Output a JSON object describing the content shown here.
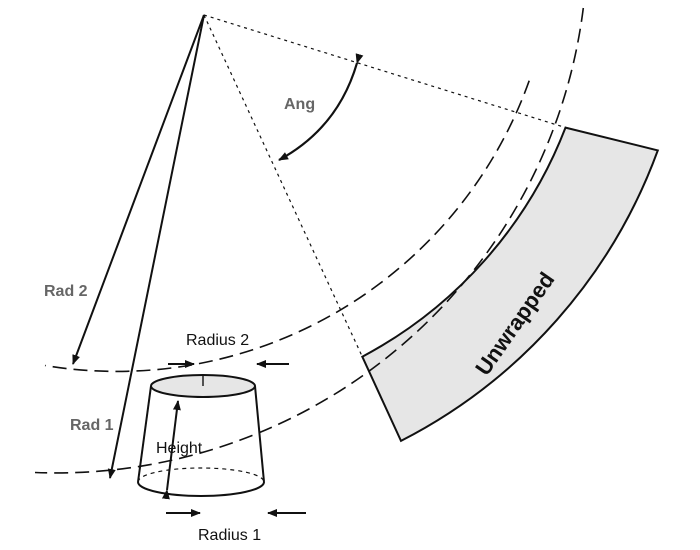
{
  "labels": {
    "ang": "Ang",
    "rad2": "Rad 2",
    "rad1": "Rad 1",
    "radius2": "Radius 2",
    "radius1": "Radius 1",
    "height": "Height",
    "unwrapped": "Unwrapped"
  },
  "colors": {
    "line": "#111111",
    "fill_unwrapped": "#e6e6e6",
    "fill_top": "#e6e6e6",
    "label_gray": "#666666"
  }
}
